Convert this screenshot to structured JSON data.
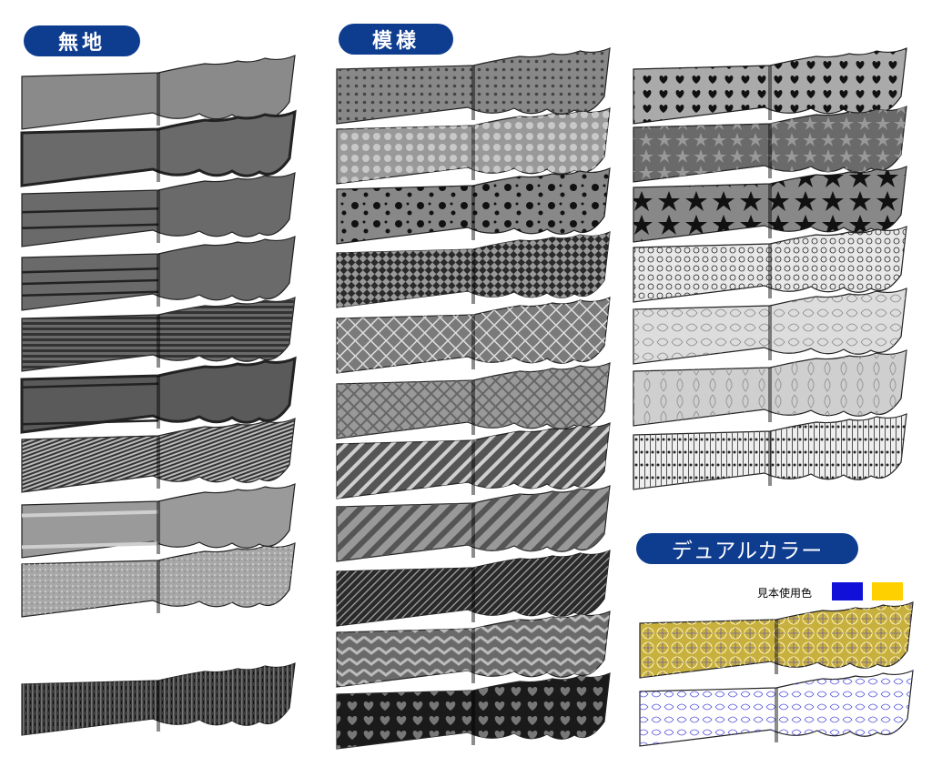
{
  "sections": {
    "plain_label": "無地",
    "pattern_label": "模様",
    "dual_label": "デュアルカラー"
  },
  "sample": {
    "label": "見本使用色",
    "colors": [
      "#1010d8",
      "#ffd000"
    ]
  },
  "ribbons": {
    "plain": [
      {
        "name": "plain-solid",
        "fill": "#8a8a8a",
        "pattern": "none"
      },
      {
        "name": "plain-dark-border",
        "fill": "#6a6a6a",
        "pattern": "border"
      },
      {
        "name": "plain-two-stripes",
        "fill": "#6a6a6a",
        "pattern": "stripes2"
      },
      {
        "name": "plain-three-stripes",
        "fill": "#6a6a6a",
        "pattern": "stripes3"
      },
      {
        "name": "plain-many-stripes",
        "fill": "#6a6a6a",
        "pattern": "stripesMany"
      },
      {
        "name": "plain-wide-border",
        "fill": "#5a5a5a",
        "pattern": "wideBorder"
      },
      {
        "name": "plain-pinstripe",
        "fill": "#bbbbbb",
        "pattern": "pinstripe"
      },
      {
        "name": "plain-light-band",
        "fill": "#9a9a9a",
        "pattern": "lightBand"
      },
      {
        "name": "plain-speckle",
        "fill": "#a8a8a8",
        "pattern": "speckle"
      },
      {
        "name": "plain-rough",
        "fill": "#3a3a3a",
        "pattern": "rough"
      }
    ],
    "pattern_col1": [
      {
        "name": "pattern-small-dots",
        "fill": "#888888",
        "pattern": "smallDots"
      },
      {
        "name": "pattern-large-dots",
        "fill": "#999999",
        "pattern": "largeDots"
      },
      {
        "name": "pattern-bubbles",
        "fill": "#888888",
        "pattern": "bubbles"
      },
      {
        "name": "pattern-checker",
        "fill": "#2a2a2a",
        "pattern": "checker"
      },
      {
        "name": "pattern-lattice",
        "fill": "#7a7a7a",
        "pattern": "lattice"
      },
      {
        "name": "pattern-diamond-grid",
        "fill": "#999999",
        "pattern": "diamondGrid"
      },
      {
        "name": "pattern-diagonal-dark",
        "fill": "#555555",
        "pattern": "diagonal"
      },
      {
        "name": "pattern-diagonal-light",
        "fill": "#999999",
        "pattern": "diagonalLight"
      },
      {
        "name": "pattern-pinstripe-dark",
        "fill": "#2a2a2a",
        "pattern": "pinDark"
      },
      {
        "name": "pattern-chevron",
        "fill": "#6a6a6a",
        "pattern": "chevron"
      },
      {
        "name": "pattern-hearts",
        "fill": "#1a1a1a",
        "pattern": "hearts"
      }
    ],
    "pattern_col2": [
      {
        "name": "pattern-heart-dots",
        "fill": "#aaaaaa",
        "pattern": "heartDots"
      },
      {
        "name": "pattern-stars-small",
        "fill": "#6a6a6a",
        "pattern": "starsSmall"
      },
      {
        "name": "pattern-stars-large",
        "fill": "#888888",
        "pattern": "starsLarge"
      },
      {
        "name": "pattern-lace",
        "fill": "#e8e8e8",
        "pattern": "lace"
      },
      {
        "name": "pattern-floral-light",
        "fill": "#dddddd",
        "pattern": "floral"
      },
      {
        "name": "pattern-damask",
        "fill": "#cfcfcf",
        "pattern": "damask"
      },
      {
        "name": "pattern-rose-stripe",
        "fill": "#eeeeee",
        "pattern": "rose"
      }
    ],
    "dual": [
      {
        "name": "dual-purple-gold",
        "fill": "#c8b040",
        "pattern": "dualGold"
      },
      {
        "name": "dual-blue-yellow-lines",
        "fill": "#ffffff",
        "pattern": "dualLines"
      }
    ]
  }
}
